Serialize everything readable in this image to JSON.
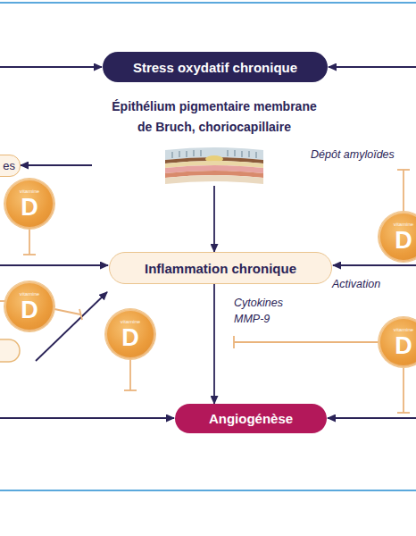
{
  "diagram": {
    "nodes": [
      {
        "text": [
          "Stress oxydatif chronique"
        ]
      },
      {
        "text": [
          "es"
        ]
      },
      {
        "text": [
          "Épithélium pigmentaire membrane de Bruch, choriocapillaire"
        ]
      },
      {
        "text": [
          "vitamine",
          "D"
        ]
      },
      {
        "text": [
          "vitamine",
          "D"
        ]
      },
      {
        "text": [
          "Inflammation chronique"
        ]
      },
      {
        "text": [
          "vitamine",
          "D"
        ]
      },
      {
        "text": [
          "vitamine",
          "D"
        ]
      },
      {
        "text": [
          "vitamine",
          "D"
        ]
      },
      {
        "text": [
          "Angiogénèse"
        ]
      }
    ],
    "edges": [
      {
        "from": 2,
        "to": 1,
        "arrow": "to"
      },
      {
        "from": 2,
        "to": 5,
        "arrow": "to"
      },
      {
        "from": 5,
        "to": 9,
        "label": "Cytokines MMP-9",
        "arrow": "to"
      }
    ],
    "labels": [
      "Dépôt amyloïdes",
      "Activation"
    ]
  }
}
